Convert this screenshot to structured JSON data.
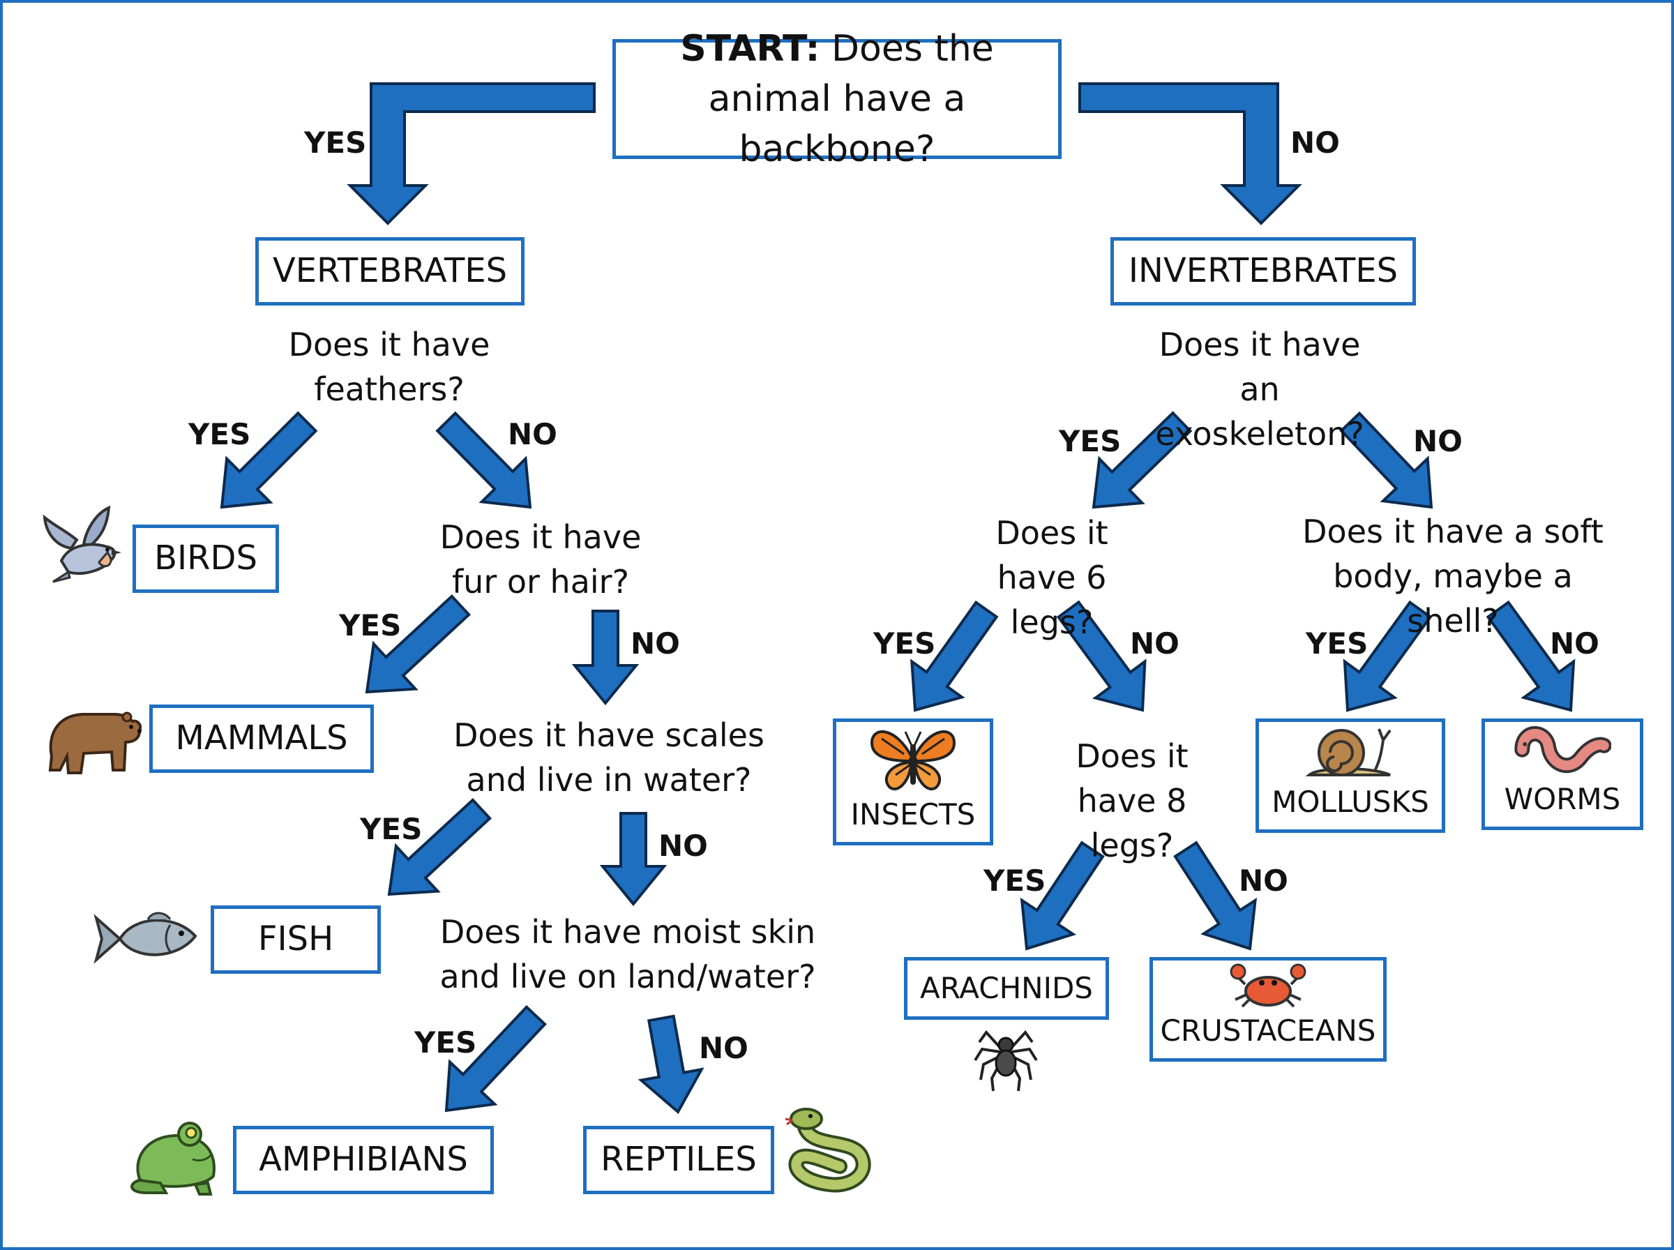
{
  "colors": {
    "accent": "#1f6fc0",
    "arrow_fill": "#1f6fc0",
    "arrow_stroke": "#0b2a4d",
    "text": "#111111"
  },
  "start": {
    "prefix": "START:",
    "question": "Does the animal have a backbone?"
  },
  "labels": {
    "yes": "YES",
    "no": "NO"
  },
  "groups": {
    "vertebrates": "VERTEBRATES",
    "invertebrates": "INVERTEBRATES"
  },
  "questions": {
    "feathers": "Does it have feathers?",
    "fur": "Does it have fur or hair?",
    "scales": "Does it have scales and live in water?",
    "moist": "Does it have moist skin and live on land/water?",
    "exoskeleton": "Does it have an exoskeleton?",
    "six_legs": "Does it have 6 legs?",
    "soft_body": "Does it have a soft body, maybe a shell?",
    "eight_legs": "Does it have 8 legs?"
  },
  "classes": {
    "birds": "BIRDS",
    "mammals": "MAMMALS",
    "fish": "FISH",
    "amphibians": "AMPHIBIANS",
    "reptiles": "REPTILES",
    "insects": "INSECTS",
    "mollusks": "MOLLUSKS",
    "worms": "WORMS",
    "arachnids": "ARACHNIDS",
    "crustaceans": "CRUSTACEANS"
  },
  "icons": [
    "bird-icon",
    "bear-icon",
    "fish-icon",
    "frog-icon",
    "snake-icon",
    "butterfly-icon",
    "snail-icon",
    "worm-icon",
    "spider-icon",
    "crab-icon"
  ]
}
